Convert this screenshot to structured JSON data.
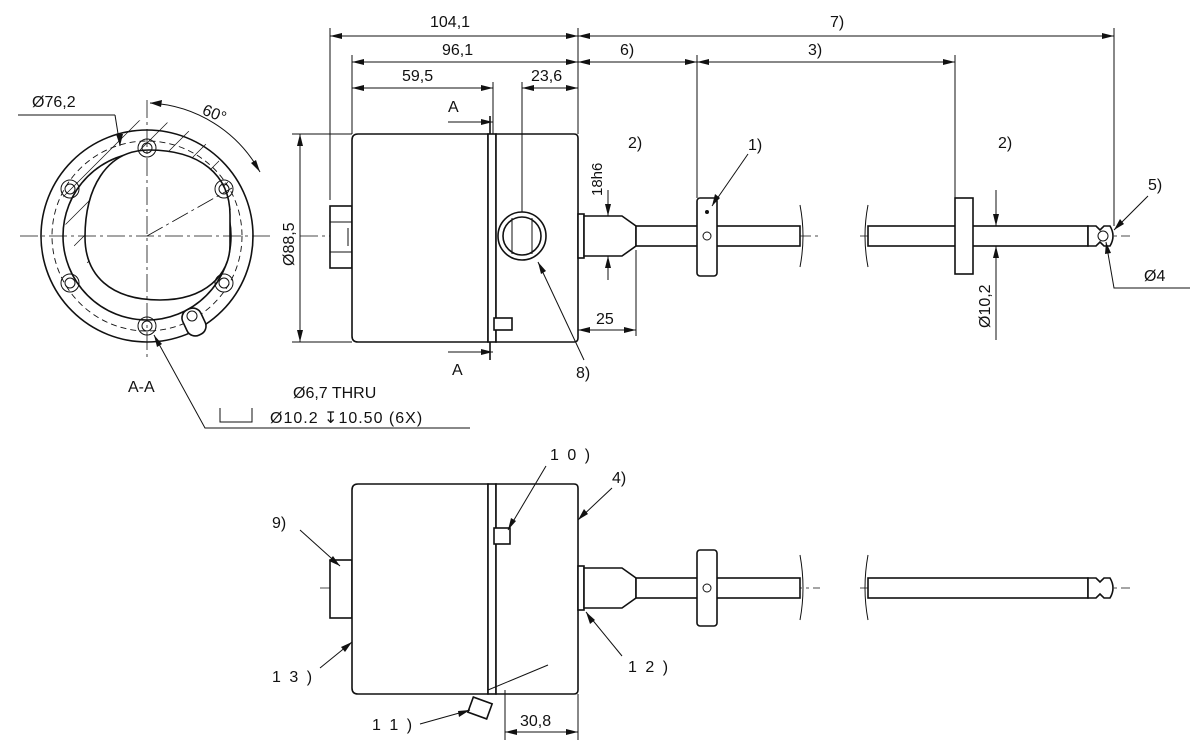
{
  "dimensions": {
    "d104": "104,1",
    "d96": "96,1",
    "d59": "59,5",
    "d23": "23,6",
    "d25": "25",
    "d30": "30,8",
    "dia76": "Ø76,2",
    "dia88": "Ø88,5",
    "dia10": "Ø10,2",
    "dia4": "Ø4",
    "shaft": "18h6",
    "angle": "60°",
    "section_a": "A",
    "section_name": "A-A",
    "thru": "Ø6,7 THRU",
    "cbore": "Ø10.2 ↧10.50 (6X)"
  },
  "callouts": {
    "c1": "1)",
    "c2a": "2)",
    "c2b": "2)",
    "c3": "3)",
    "c4": "4)",
    "c5": "5)",
    "c6": "6)",
    "c7": "7)",
    "c8": "8)",
    "c9": "9)",
    "c10": "1 0 )",
    "c11": "1 1 )",
    "c12": "1 2 )",
    "c13": "1 3 )"
  }
}
